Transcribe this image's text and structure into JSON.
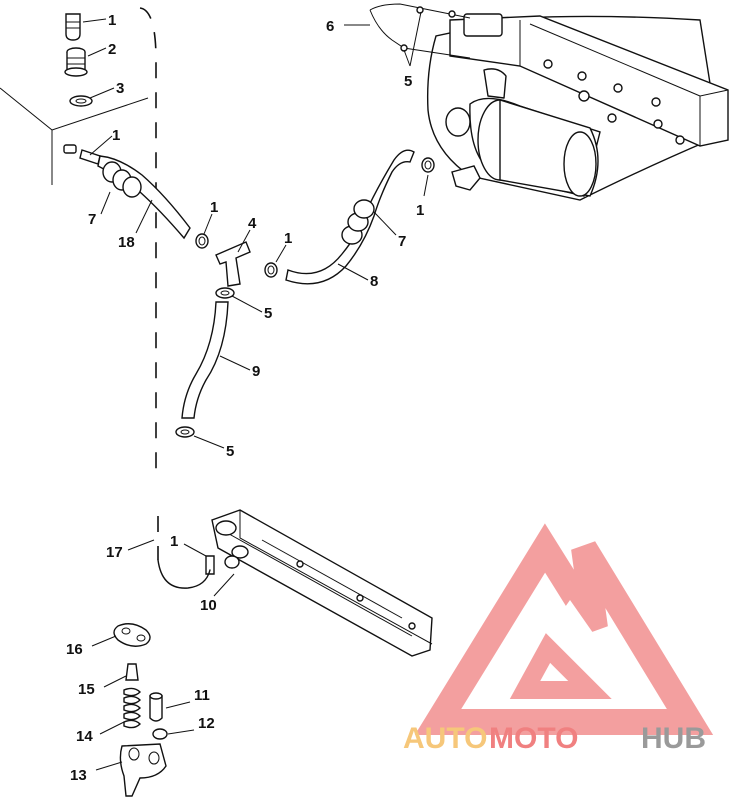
{
  "diagram": {
    "callouts": [
      {
        "id": "c1a",
        "text": "1"
      },
      {
        "id": "c2",
        "text": "2"
      },
      {
        "id": "c3",
        "text": "3"
      },
      {
        "id": "c1b",
        "text": "1"
      },
      {
        "id": "c7a",
        "text": "7"
      },
      {
        "id": "c18",
        "text": "18"
      },
      {
        "id": "c1c",
        "text": "1"
      },
      {
        "id": "c4",
        "text": "4"
      },
      {
        "id": "c1d",
        "text": "1"
      },
      {
        "id": "c5a",
        "text": "5"
      },
      {
        "id": "c9",
        "text": "9"
      },
      {
        "id": "c5b",
        "text": "5"
      },
      {
        "id": "c6",
        "text": "6"
      },
      {
        "id": "c5c",
        "text": "5"
      },
      {
        "id": "c1e",
        "text": "1"
      },
      {
        "id": "c7b",
        "text": "7"
      },
      {
        "id": "c8",
        "text": "8"
      },
      {
        "id": "c17",
        "text": "17"
      },
      {
        "id": "c1f",
        "text": "1"
      },
      {
        "id": "c10",
        "text": "10"
      },
      {
        "id": "c16",
        "text": "16"
      },
      {
        "id": "c15",
        "text": "15"
      },
      {
        "id": "c11",
        "text": "11"
      },
      {
        "id": "c14",
        "text": "14"
      },
      {
        "id": "c12",
        "text": "12"
      },
      {
        "id": "c13",
        "text": "13"
      }
    ]
  },
  "watermark": {
    "part1": "AUTO",
    "part2": "MOTO",
    "part3": "HUB",
    "color_red": "#f08080",
    "color_orange": "#f6c77a",
    "color_gray": "#9a9a9a"
  }
}
